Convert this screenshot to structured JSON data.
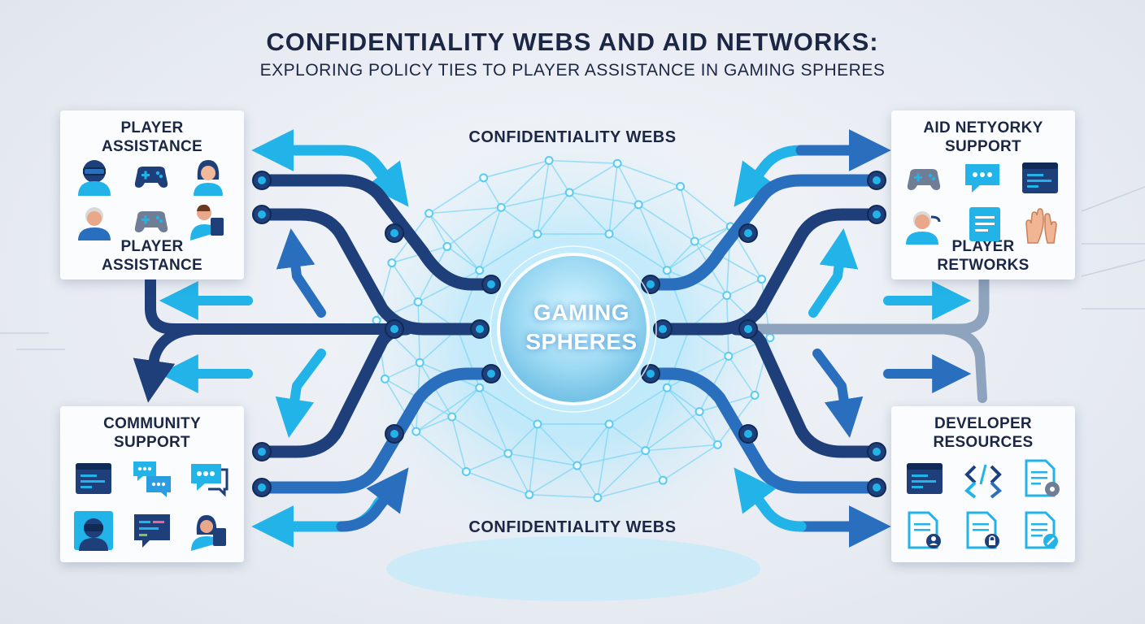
{
  "title": "CONFIDENTIALITY WEBS AND AID NETWORKS:",
  "subtitle": "EXPLORING POLICY TIES TO PLAYER ASSISTANCE IN GAMING SPHERES",
  "center": {
    "line1": "GAMING",
    "line2": "SPHERES"
  },
  "web_labels": {
    "top": "CONFIDENTIALITY WEBS",
    "bottom": "CONFIDENTIALITY WEBS"
  },
  "cards": {
    "player_assistance": {
      "label_top": "PLAYER ASSISTANCE",
      "label_bottom": "PLAYER ASSISTANCE",
      "icons": [
        "vr-headset-player-icon",
        "gamepad-icon",
        "woman-avatar-icon",
        "elder-avatar-icon",
        "gamepad-icon",
        "tablet-user-icon"
      ]
    },
    "aid_networks": {
      "label_top": "AID NETYORKY SUPPORT",
      "label_bottom": "PLAYER RETWORKS",
      "icons": [
        "gamepad-icon",
        "chat-bubble-icon",
        "code-window-icon",
        "headset-agent-icon",
        "document-icon",
        "helping-hands-icon"
      ]
    },
    "community_support": {
      "label": "COMMUNITY SUPPORT",
      "icons": [
        "code-window-icon",
        "chat-bubbles-icon",
        "chat-bubble-icon",
        "vr-headset-player-icon",
        "terminal-chat-icon",
        "tablet-user-icon"
      ]
    },
    "developer_resources": {
      "label": "DEVELOPER RESOURCES",
      "icons": [
        "code-window-icon",
        "code-brackets-icon",
        "document-gear-icon",
        "document-user-icon",
        "document-lock-icon",
        "document-edit-icon"
      ]
    }
  },
  "colors": {
    "navy": "#1e3f7a",
    "blue": "#2a6fbe",
    "cyan": "#22b4e8",
    "title": "#1b2744",
    "web_glow": "#8fe3ff"
  }
}
